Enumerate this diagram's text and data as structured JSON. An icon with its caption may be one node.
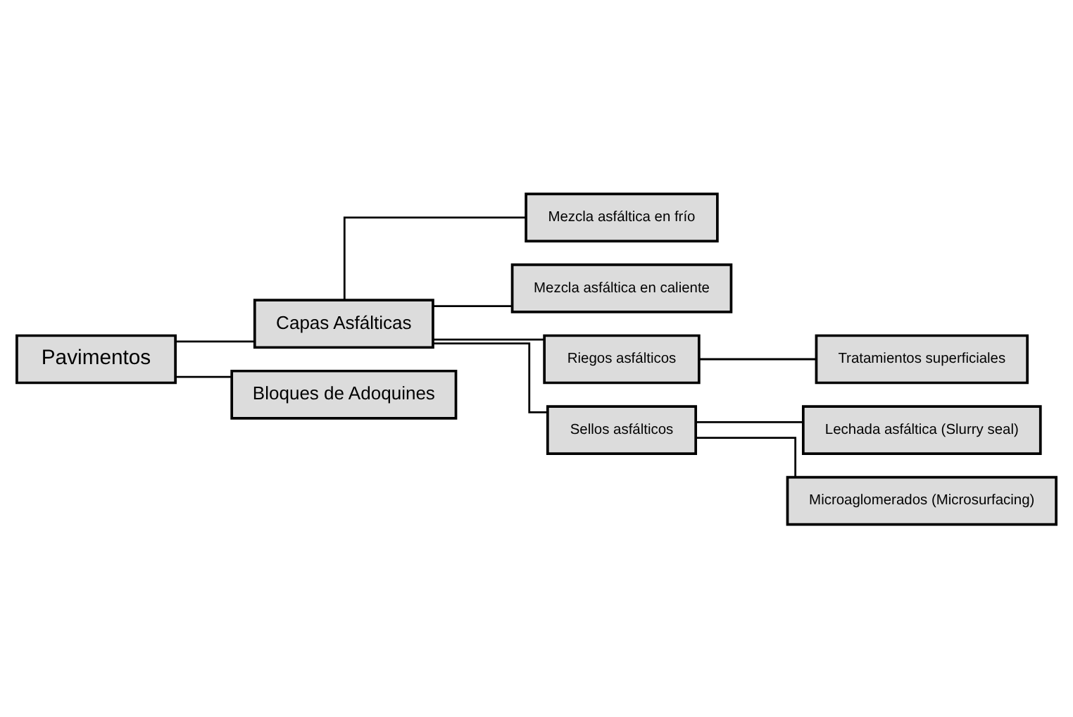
{
  "diagram": {
    "nodes": [
      {
        "text": [
          "Pavimentos"
        ]
      },
      {
        "text": [
          "Capas Asfálticas"
        ]
      },
      {
        "text": [
          "Bloques de Adoquines"
        ]
      },
      {
        "text": [
          "Mezcla asfáltica en frío"
        ]
      },
      {
        "text": [
          "Mezcla asfáltica en caliente"
        ]
      },
      {
        "text": [
          "Riegos asfálticos"
        ]
      },
      {
        "text": [
          "Sellos asfálticos"
        ]
      },
      {
        "text": [
          "Tratamientos superficiales"
        ]
      },
      {
        "text": [
          "Lechada asfáltica (Slurry seal)"
        ]
      },
      {
        "text": [
          "Microaglomerados (Microsurfacing)"
        ]
      }
    ],
    "edges": [
      {
        "from": 0,
        "to": 1,
        "arrow": "none"
      },
      {
        "from": 0,
        "to": 2,
        "arrow": "none"
      },
      {
        "from": 1,
        "to": 3,
        "arrow": "none"
      },
      {
        "from": 1,
        "to": 4,
        "arrow": "none"
      },
      {
        "from": 1,
        "to": 5,
        "arrow": "none"
      },
      {
        "from": 1,
        "to": 6,
        "arrow": "none"
      },
      {
        "from": 5,
        "to": 7,
        "arrow": "none"
      },
      {
        "from": 6,
        "to": 8,
        "arrow": "none"
      },
      {
        "from": 6,
        "to": 9,
        "arrow": "none"
      }
    ]
  }
}
